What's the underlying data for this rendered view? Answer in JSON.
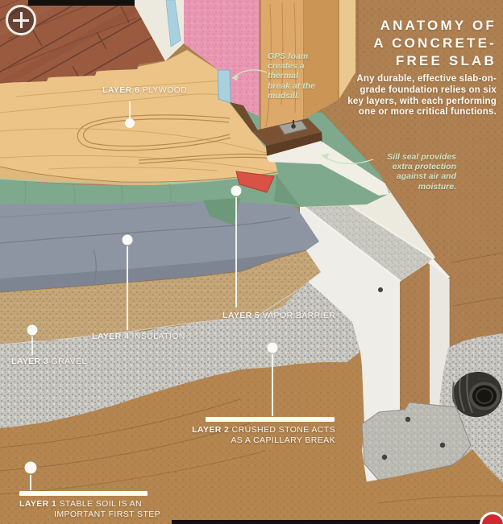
{
  "header": {
    "title_line1": "ANATOMY OF",
    "title_line2": "A CONCRETE-",
    "title_line3": "FREE SLAB",
    "subtitle": "Any durable, effective slab-on-grade foundation relies on six key layers, with each performing one or more critical functions."
  },
  "callouts": {
    "gps_foam": "GPS foam creates a thermal break at the mudsill.",
    "sill_seal": "Sill seal provides extra protection against air and moisture."
  },
  "layers": [
    {
      "num": "LAYER 6",
      "desc": "PLYWOOD"
    },
    {
      "num": "LAYER 5",
      "desc": "VAPOR BARRIER"
    },
    {
      "num": "LAYER 4",
      "desc": "INSULATION"
    },
    {
      "num": "LAYER 3",
      "desc": "GRAVEL"
    },
    {
      "num": "LAYER 2",
      "desc_line1": "CRUSHED STONE ACTS",
      "desc_line2": "AS A CAPILLARY BREAK"
    },
    {
      "num": "LAYER 1",
      "desc_line1": "STABLE SOIL IS AN",
      "desc_line2": "IMPORTANT FIRST STEP"
    }
  ],
  "icons": {
    "zoom_icon": "plus-in-circle",
    "brand_badge": "red-circle-logo"
  },
  "colors": {
    "soil_brown": "#ad7f51",
    "vapor_barrier_green": "#7fa98c",
    "insulation_gray": "#8e95a2",
    "plywood_tan": "#ecc488",
    "hardwood_red": "#9a5a40",
    "batt_pink": "#e897b2",
    "gps_foam_blue": "#a9d0df",
    "concrete_white": "#eeede7",
    "crushed_stone_gray": "#c6c5bf",
    "gravel_tan": "#c3a578",
    "callout_green": "#cfe2c2",
    "label_white": "#f7f5ef",
    "logo_red": "#cf2830"
  }
}
